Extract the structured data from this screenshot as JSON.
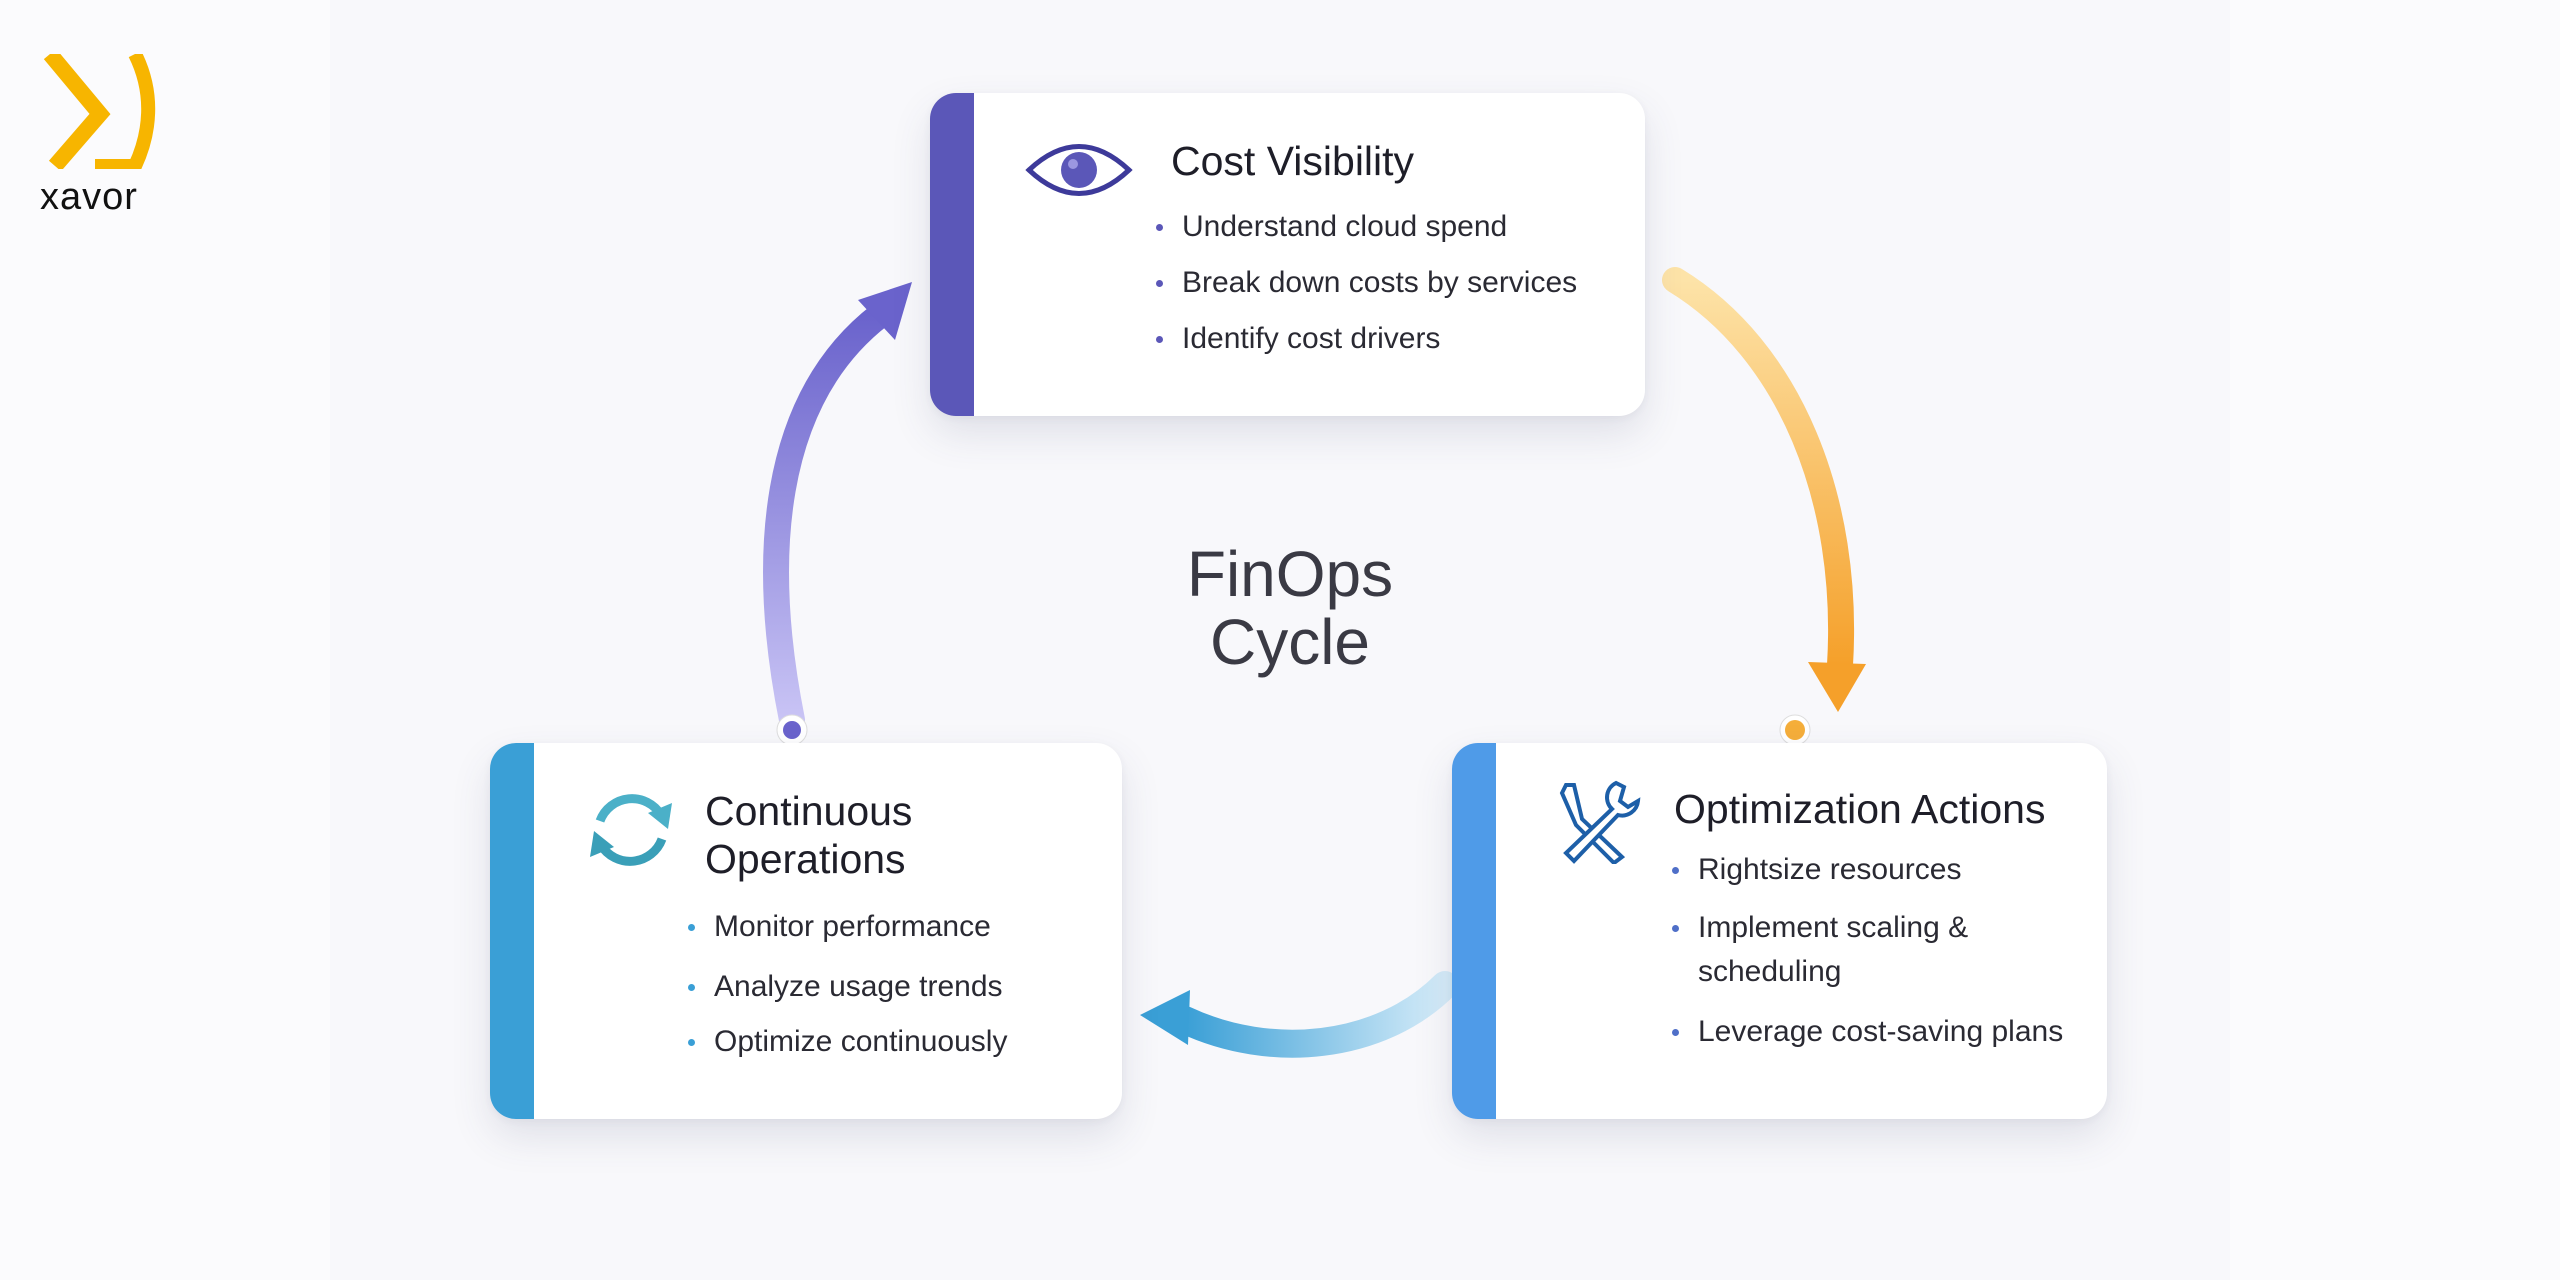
{
  "logo": {
    "text": "xavor",
    "color": "#f7b500"
  },
  "center": {
    "line1": "FinOps",
    "line2": "Cycle"
  },
  "cards": [
    {
      "title": "Cost Visibility",
      "icon": "eye-icon",
      "accent": "#5b57b8",
      "bullets": [
        "Understand cloud spend",
        "Break down costs by services",
        "Identify cost drivers"
      ]
    },
    {
      "title_line1": "Optimization Actions",
      "icon": "wrench-screwdriver-icon",
      "accent": "#4f9be8",
      "bullets": [
        "Rightsize resources",
        "Implement scaling &",
        "scheduling",
        "Leverage cost-saving plans"
      ]
    },
    {
      "title_line1": "Continuous",
      "title_line2": "Operations",
      "icon": "refresh-cycle-icon",
      "accent": "#3a9fd6",
      "bullets": [
        "Monitor performance",
        "Analyze usage trends",
        "Optimize continuously"
      ]
    }
  ]
}
